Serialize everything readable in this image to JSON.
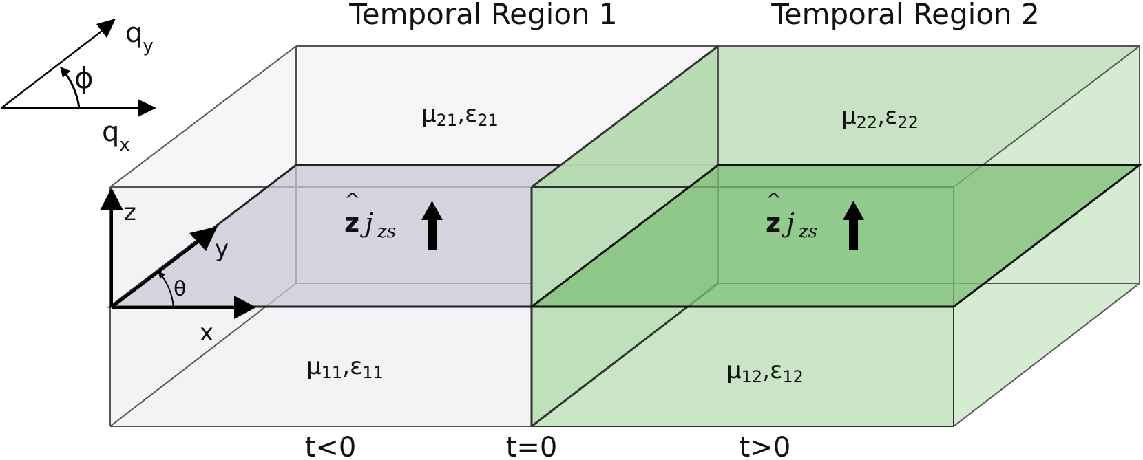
{
  "headers": {
    "region1": "Temporal Region 1",
    "region2": "Temporal Region 2"
  },
  "params": {
    "top_left": {
      "mu": "μ",
      "eps": "ε",
      "idx": "21"
    },
    "top_right": {
      "mu": "μ",
      "eps": "ε",
      "idx": "22"
    },
    "bot_left": {
      "mu": "μ",
      "eps": "ε",
      "idx": "11"
    },
    "bot_right": {
      "mu": "μ",
      "eps": "ε",
      "idx": "12"
    }
  },
  "current": {
    "unit": "z",
    "symbol": "j",
    "sub": "zs"
  },
  "axes": {
    "x": "x",
    "y": "y",
    "z": "z",
    "theta": "θ",
    "phi": "ϕ",
    "qx": "q",
    "qx_sub": "x",
    "qy": "q",
    "qy_sub": "y"
  },
  "times": {
    "before": "t<0",
    "at": "t=0",
    "after": "t>0"
  },
  "colors": {
    "left_box": "#f3f3f6",
    "sheet_left": "#c9c8d6",
    "right_box": "#bfe0bc",
    "sheet_right": "#7fbf78",
    "edge": "#333333"
  }
}
